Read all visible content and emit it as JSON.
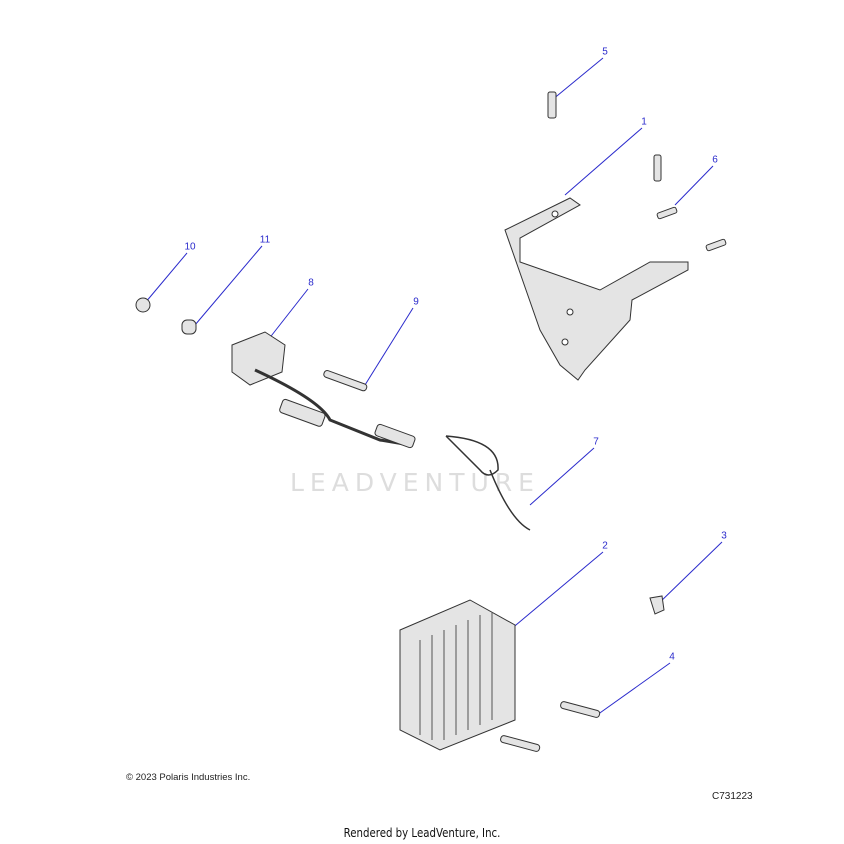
{
  "diagram": {
    "callouts": [
      "1",
      "2",
      "3",
      "4",
      "5",
      "6",
      "7",
      "8",
      "9",
      "10",
      "11"
    ],
    "watermark": "LEADVENTURE",
    "accent_color": "#2a2acc"
  },
  "footer": {
    "copyright": "© 2023 Polaris Industries Inc.",
    "diagram_code": "C731223",
    "rendered_by": "Rendered by LeadVenture, Inc."
  }
}
